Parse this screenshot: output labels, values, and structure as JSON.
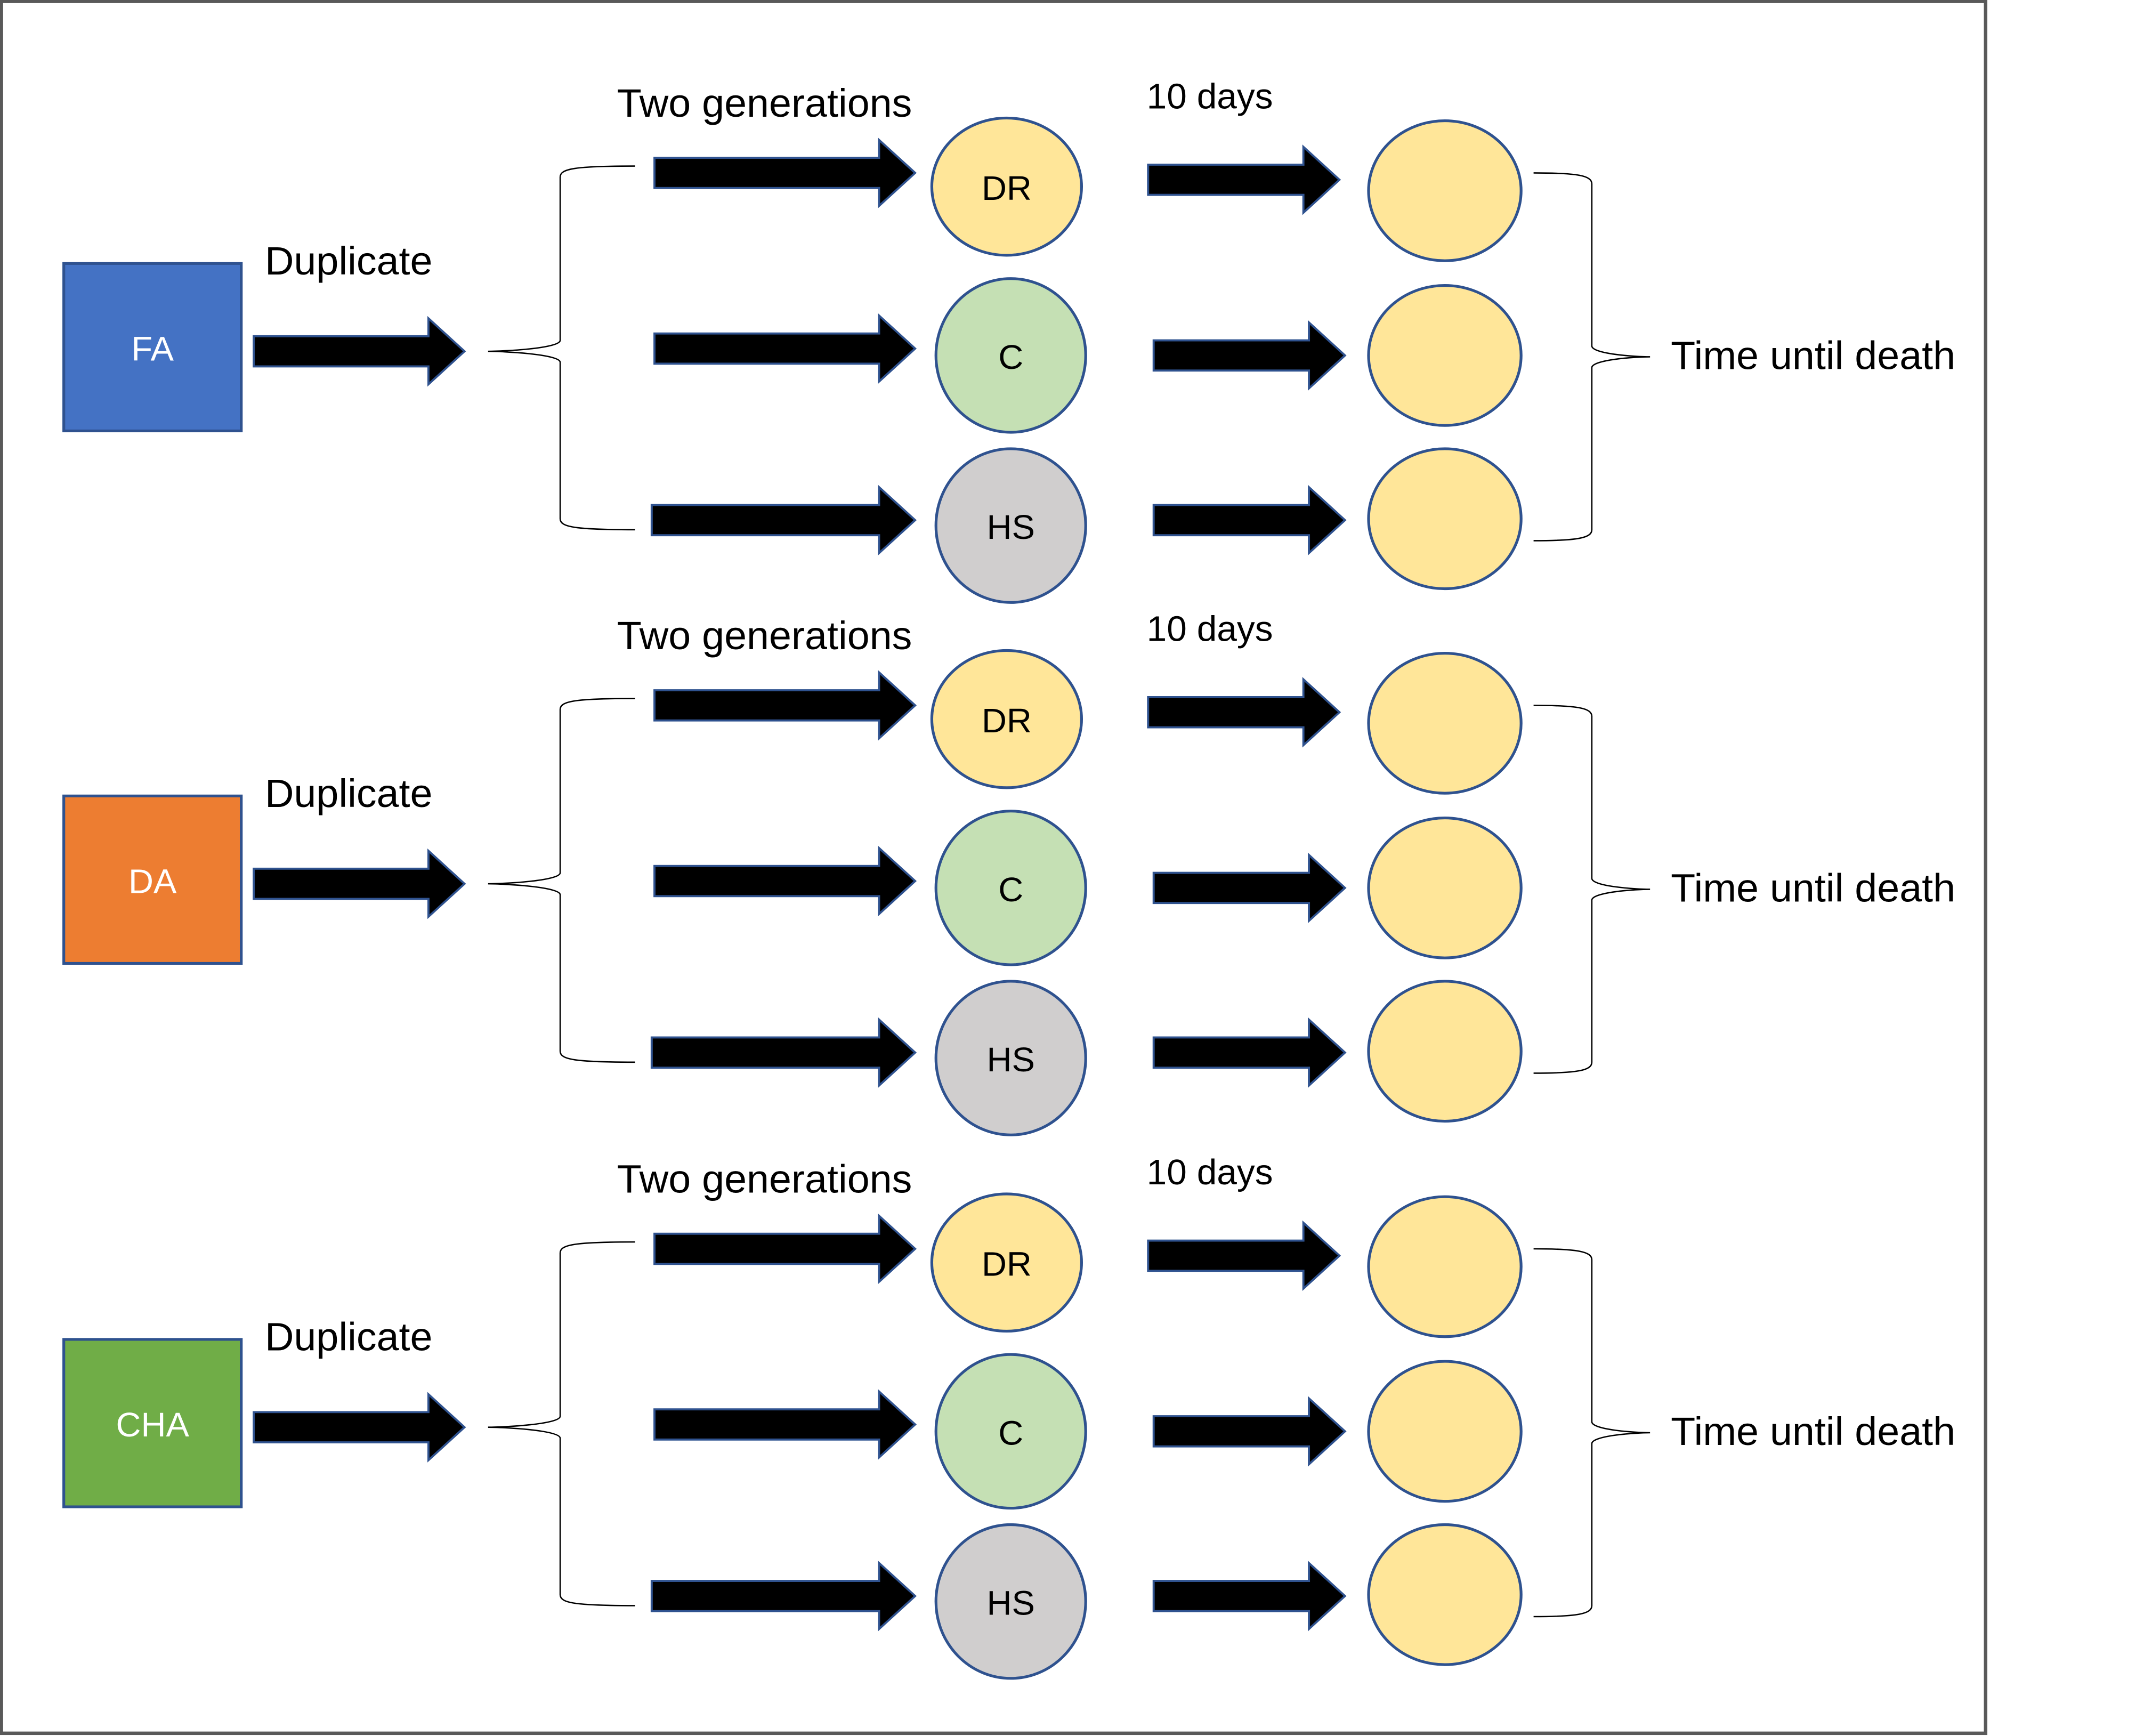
{
  "diagram": {
    "colors": {
      "node_DR": "#ffe699",
      "node_C": "#c5e0b4",
      "node_HS": "#d0cece",
      "outcome": "#ffe699",
      "outline": "#2f528f",
      "frame": "#595959"
    },
    "groups": [
      {
        "source": {
          "label": "FA",
          "color": "#4472c4"
        },
        "duplicate_label": "Duplicate",
        "generations_label": "Two generations",
        "days_label": "10 days",
        "outcome_label": "Time until death",
        "treatments": [
          {
            "label": "DR",
            "color": "#ffe699"
          },
          {
            "label": "C",
            "color": "#c5e0b4"
          },
          {
            "label": "HS",
            "color": "#d0cece"
          }
        ]
      },
      {
        "source": {
          "label": "DA",
          "color": "#ed7d31"
        },
        "duplicate_label": "Duplicate",
        "generations_label": "Two generations",
        "days_label": "10 days",
        "outcome_label": "Time until death",
        "treatments": [
          {
            "label": "DR",
            "color": "#ffe699"
          },
          {
            "label": "C",
            "color": "#c5e0b4"
          },
          {
            "label": "HS",
            "color": "#d0cece"
          }
        ]
      },
      {
        "source": {
          "label": "CHA",
          "color": "#70ad47"
        },
        "duplicate_label": "Duplicate",
        "generations_label": "Two generations",
        "days_label": "10 days",
        "outcome_label": "Time until death",
        "treatments": [
          {
            "label": "DR",
            "color": "#ffe699"
          },
          {
            "label": "C",
            "color": "#c5e0b4"
          },
          {
            "label": "HS",
            "color": "#d0cece"
          }
        ]
      }
    ]
  }
}
